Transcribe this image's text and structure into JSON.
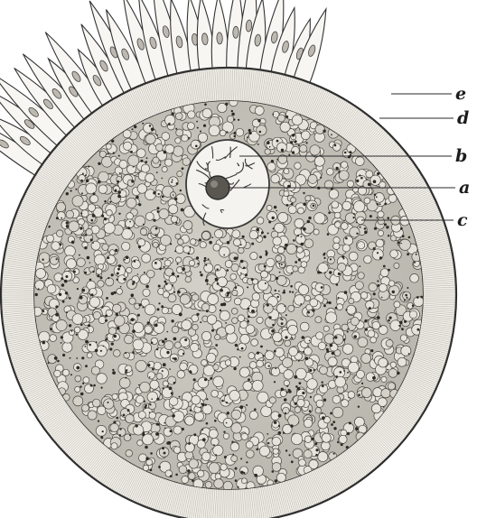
{
  "figure": {
    "labels": [
      {
        "id": "e",
        "text": "e"
      },
      {
        "id": "d",
        "text": "d"
      },
      {
        "id": "b",
        "text": "b"
      },
      {
        "id": "a",
        "text": "a"
      },
      {
        "id": "c",
        "text": "c"
      }
    ]
  },
  "colors": {
    "paper": "#ffffff",
    "ink": "#1c1c1c",
    "zona": "#f2f0ea",
    "cytoplasm": "#c9c6bd",
    "nucleus": "#f4f3ef",
    "nucleolus": "#5a5650"
  }
}
